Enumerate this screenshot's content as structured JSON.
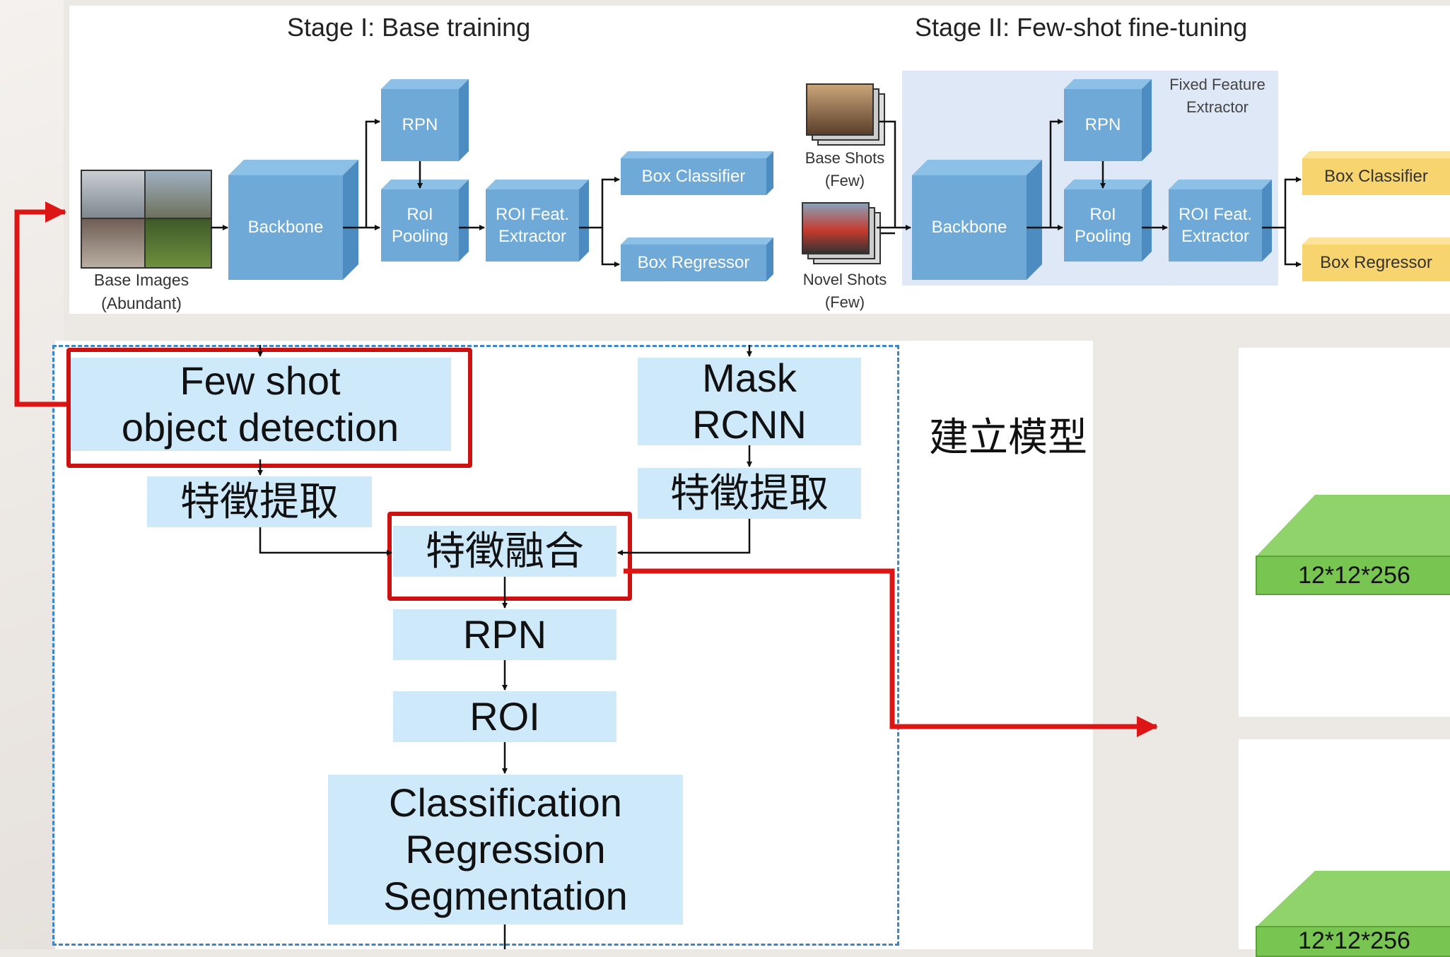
{
  "stage1": {
    "title": "Stage I: Base training",
    "base_images_label": "Base Images\n(Abundant)",
    "backbone": "Backbone",
    "rpn": "RPN",
    "roi_pooling": "RoI\nPooling",
    "roi_feat": "ROI Feat.\nExtractor",
    "box_classifier": "Box Classifier",
    "box_regressor": "Box Regressor"
  },
  "stage2": {
    "title": "Stage II: Few-shot fine-tuning",
    "fixed_feature": "Fixed Feature\nExtractor",
    "base_shots_label": "Base Shots\n(Few)",
    "novel_shots_label": "Novel Shots\n(Few)",
    "backbone": "Backbone",
    "rpn": "RPN",
    "roi_pooling": "RoI\nPooling",
    "roi_feat": "ROI Feat.\nExtractor",
    "box_classifier": "Box Classifier",
    "box_regressor": "Box Regressor"
  },
  "flow": {
    "few_shot": "Few shot\nobject detection",
    "mask_rcnn": "Mask\nRCNN",
    "feat_extract_left": "特徵提取",
    "feat_extract_right": "特徵提取",
    "feat_fusion": "特徵融合",
    "rpn": "RPN",
    "roi": "ROI",
    "heads": "Classification\nRegression\nSegmentation",
    "build_model": "建立模型"
  },
  "tensors": {
    "top": "12*12*256",
    "bottom": "12*12*256"
  },
  "colors": {
    "box_blue": "#6ea9d8",
    "box_yellow": "#f8d46e",
    "flow_box": "#cde9fa",
    "highlight_red": "#cc1111",
    "dashed_border": "#3a86c8",
    "tensor_green": "#78c551"
  }
}
